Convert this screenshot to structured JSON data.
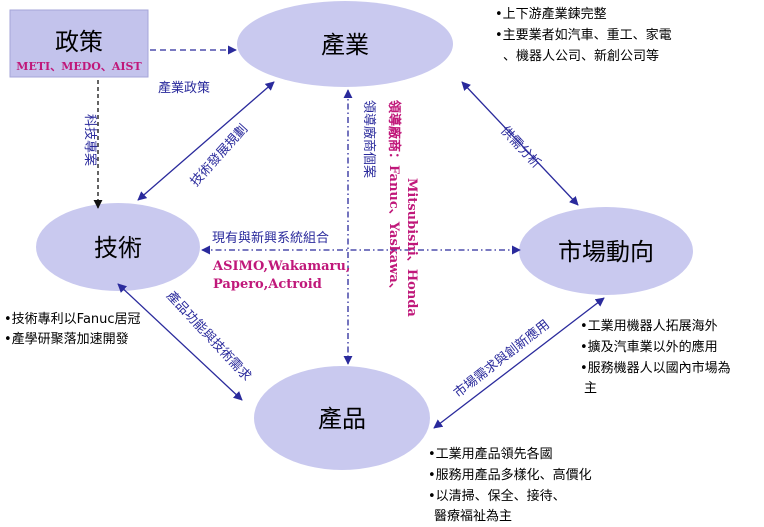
{
  "nodes": {
    "policy": {
      "title": "政策",
      "subtitle": "METI、MEDO、AIST"
    },
    "industry": {
      "title": "產業"
    },
    "technology": {
      "title": "技術"
    },
    "market": {
      "title": "市場動向"
    },
    "product": {
      "title": "產品"
    }
  },
  "edges": {
    "industrial_policy": "產業政策",
    "tech_project": "科技專案",
    "tech_development": "技術發展規劃",
    "supply_demand": "供需分析",
    "product_function": "產品功能與技術需求",
    "market_demand": "市場需求與創新應用",
    "leading_vendor_title": "領導廠商個案",
    "leading_vendor_list": "領導廠商：Fanuc、Yaskawa、",
    "leading_vendor_list2": "Mitsubishi、Honda",
    "system_combo_title": "現有與新興系統組合",
    "system_combo_1": "ASIMO,Wakamaru,",
    "system_combo_2": "Papero,Actroid"
  },
  "notes": {
    "industry": [
      "•上下游產業鍊完整",
      "•主要業者如汽車、重工、家電",
      "、機器人公司、新創公司等"
    ],
    "technology": [
      "•技術專利以Fanuc居冠",
      "•產學研聚落加速開發"
    ],
    "market": [
      "•工業用機器人拓展海外",
      "•擴及汽車業以外的應用",
      "•服務機器人以國內市場為",
      "主"
    ],
    "product": [
      "•工業用產品領先各國",
      "•服務用產品多樣化、高價化",
      "•以清掃、保全、接待、",
      "醫療福祉為主"
    ]
  },
  "colors": {
    "ellipse_fill": "#c9c9ef",
    "policy_box": "#c3c3ec",
    "arrow": "#2a2a9c",
    "label_blue": "#2a2a9c",
    "label_magenta": "#c0187a"
  }
}
